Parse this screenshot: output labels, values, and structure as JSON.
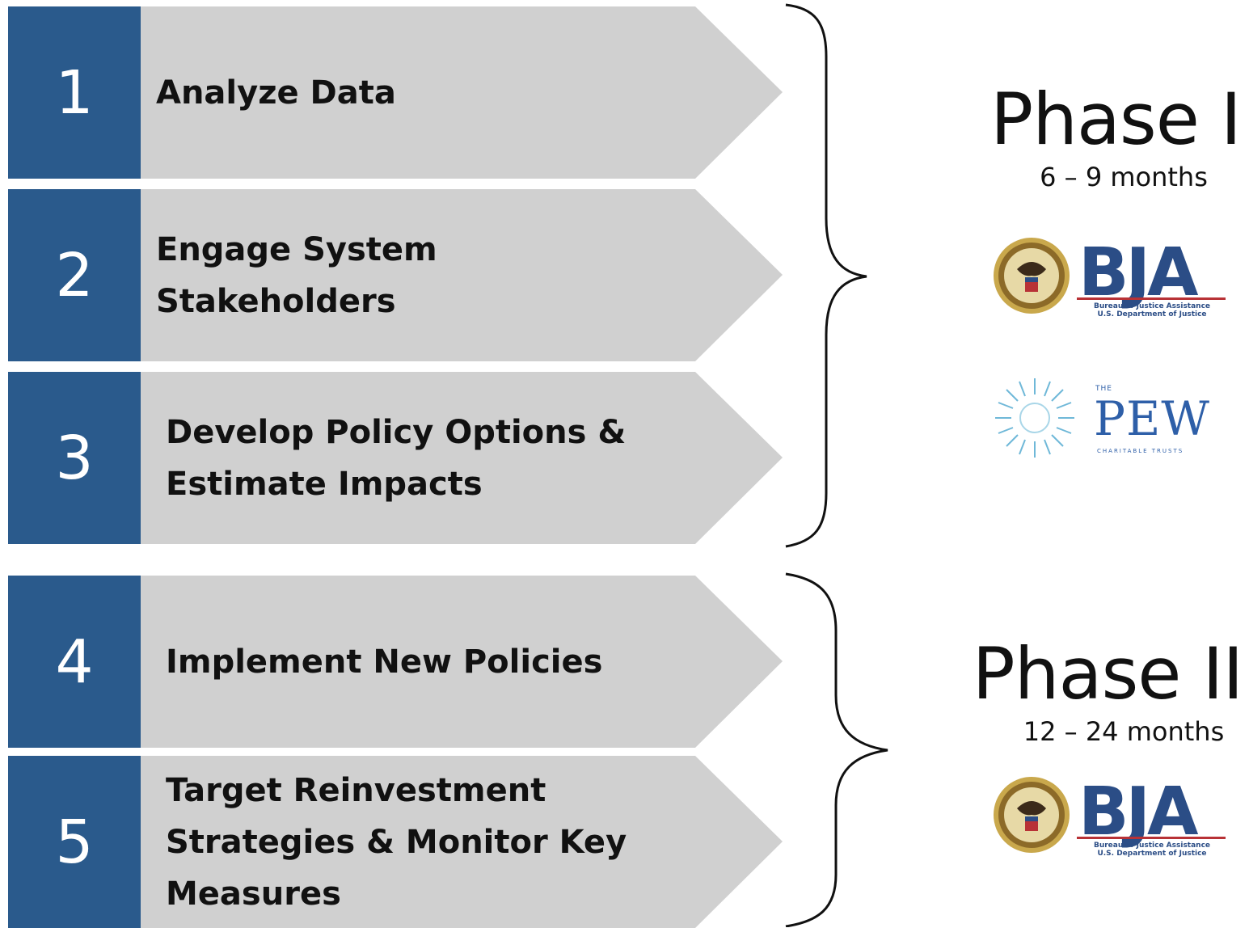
{
  "steps": [
    {
      "number": "1",
      "label_lines": [
        "Analyze Data"
      ]
    },
    {
      "number": "2",
      "label_lines": [
        "Engage System Stakeholders"
      ]
    },
    {
      "number": "3",
      "label_lines": [
        "Develop Policy Options &",
        "Estimate Impacts"
      ]
    },
    {
      "number": "4",
      "label_lines": [
        "Implement New Policies"
      ]
    },
    {
      "number": "5",
      "label_lines": [
        "Target Reinvestment",
        "Strategies & Monitor Key",
        "Measures"
      ]
    }
  ],
  "phases": [
    {
      "title": "Phase I",
      "duration": "6 – 9 months"
    },
    {
      "title": "Phase II",
      "duration": "12 – 24 months"
    }
  ],
  "logos": {
    "bja": {
      "name": "BJA",
      "line1": "Bureau of Justice Assistance",
      "line2": "U.S. Department of Justice"
    },
    "pew": {
      "the": "THE",
      "name": "PEW",
      "sub": "CHARITABLE TRUSTS"
    }
  },
  "colors": {
    "number_box": "#2A5A8C",
    "arrow": "#D0D0D0",
    "bja_blue": "#2B4D86",
    "bja_red": "#B83236",
    "pew_blue": "#2E5FA8"
  }
}
